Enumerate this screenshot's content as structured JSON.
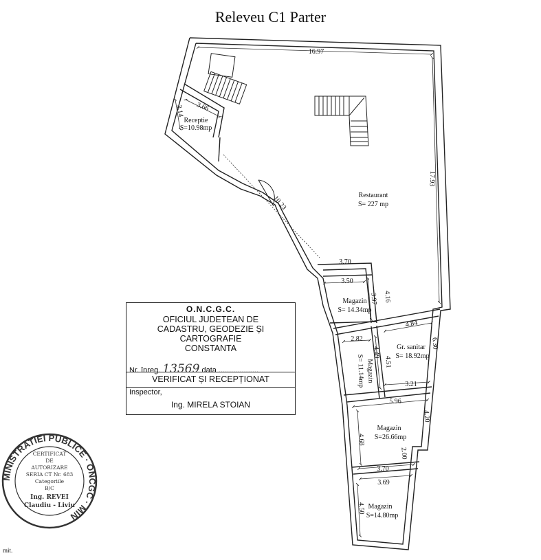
{
  "title": "Releveu C1 Parter",
  "rooms": {
    "receptie": {
      "name": "Receptie",
      "area": "S=10.98mp"
    },
    "restaurant": {
      "name": "Restaurant",
      "area": "S= 227 mp"
    },
    "magazin1": {
      "name": "Magazin",
      "area": "S= 14.34mp"
    },
    "magazin2": {
      "name": "Magazin",
      "area": "S= 11.14mp"
    },
    "grsanitar": {
      "name": "Gr. sanitar",
      "area": "S= 18.92mp"
    },
    "magazin3": {
      "name": "Magazin",
      "area": "S=26.66mp"
    },
    "magazin4": {
      "name": "Magazin",
      "area": "S=14.80mp"
    }
  },
  "dimensions": {
    "d1697": "16.97",
    "d1793": "17.93",
    "d366": "3.66",
    "d314": "3.14",
    "d1023": "10.23",
    "d370a": "3.70",
    "d350": "3.50",
    "d397": "3.97",
    "d416": "4.16",
    "d484": "4.84",
    "d630": "6.30",
    "d282": "2.82",
    "d449": "4.49",
    "d451": "4.51",
    "d321": "3.21",
    "d596": "5.96",
    "d420": "4.20",
    "d468": "4.68",
    "d200": "2.00",
    "d370b": "3.70",
    "d369": "3.69",
    "d450": "4.50"
  },
  "stamp": {
    "org": "O.N.C.G.C.",
    "office_lines": [
      "OFICIUL JUDETEAN DE",
      "CADASTRU, GEODEZIE ȘI",
      "CARTOGRAFIE",
      "CONSTANTA"
    ],
    "reg_label": "Nr. înreg.",
    "reg_number": "13569",
    "reg_data": "data ...................",
    "verified": "VERIFICAT ȘI RECEPȚIONAT",
    "inspector_label": "Inspector,",
    "inspector_name": "Ing. MIRELA STOIAN"
  },
  "seal": {
    "ring_text": "MINISTRATIEI PUBLICE · ONCGC · MIN",
    "lines": [
      "CERTIFICAT",
      "DE",
      "AUTORIZARE",
      "SERIA CT Nr. 683",
      "Categoriile",
      "B/C",
      "Ing. REVEI",
      "Claudiu - Liviu"
    ]
  },
  "footer": "mit."
}
